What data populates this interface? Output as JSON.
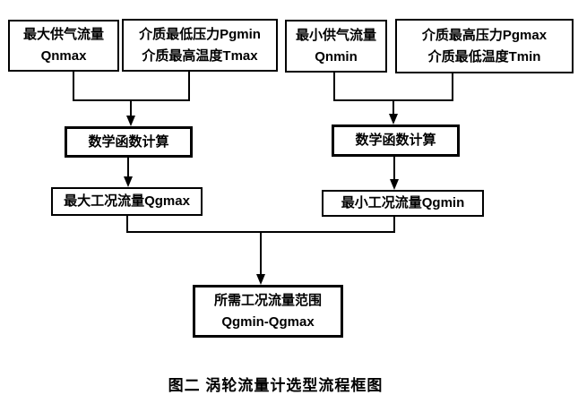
{
  "diagram": {
    "title": "涡轮流量计选型流程框图",
    "caption": "图二  涡轮流量计选型流程框图",
    "boxes": {
      "max_supply_flow": {
        "line1": "最大供气流量",
        "line2": "Qnmax"
      },
      "min_pressure_max_temp": {
        "line1": "介质最低压力Pgmin",
        "line2": "介质最高温度Tmax"
      },
      "min_supply_flow": {
        "line1": "最小供气流量",
        "line2": "Qnmin"
      },
      "max_pressure_min_temp": {
        "line1": "介质最高压力Pgmax",
        "line2": "介质最低温度Tmin"
      },
      "math_calc_left": {
        "label": "数学函数计算"
      },
      "math_calc_right": {
        "label": "数学函数计算"
      },
      "max_working_flow": {
        "label": "最大工况流量Qgmax"
      },
      "min_working_flow": {
        "label": "最小工况流量Qgmin"
      },
      "required_flow_range": {
        "line1": "所需工况流量范围",
        "line2": "Qgmin-Qgmax"
      }
    },
    "colors": {
      "line": "#000000",
      "box_border": "#000000",
      "box_background": "#ffffff",
      "text": "#000000",
      "page_background": "#ffffff"
    }
  }
}
